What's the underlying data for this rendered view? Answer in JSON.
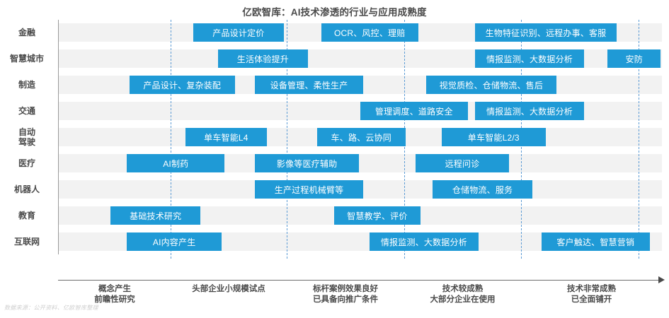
{
  "chart_data": {
    "type": "bar",
    "title": "亿欧智库：AI技术渗透的行业与应用成熟度",
    "xlabel": "",
    "ylabel": "",
    "grid": false,
    "legend": "none",
    "accent_color": "#1f9ad6",
    "band_color": "#f2f2f2",
    "divider_color": "#5b9bd5",
    "x_stage_labels": [
      {
        "line1": "概念产生",
        "line2": "前瞻性研究"
      },
      {
        "line1": "头部企业小规模试点",
        "line2": ""
      },
      {
        "line1": "标杆案例效果良好",
        "line2": "已具备向推广条件"
      },
      {
        "line1": "技术较成熟",
        "line2": "大部分企业在使用"
      },
      {
        "line1": "技术非常成熟",
        "line2": "已全面铺开"
      }
    ],
    "categories": [
      "金融",
      "智慧城市",
      "制造",
      "交通",
      "自动驾驶",
      "医疗",
      "机器人",
      "教育",
      "互联网"
    ],
    "rows": [
      {
        "label_line1": "金融",
        "label_line2": "",
        "bars": [
          {
            "text": "产品设计定价",
            "start_pct": 22.3,
            "end_pct": 37.3
          },
          {
            "text": "OCR、风控、理赔",
            "start_pct": 43.5,
            "end_pct": 59.6
          },
          {
            "text": "生物特征识别、远程办事、客服",
            "start_pct": 69.0,
            "end_pct": 92.5
          }
        ]
      },
      {
        "label_line1": "智慧城市",
        "label_line2": "",
        "bars": [
          {
            "text": "生活体验提升",
            "start_pct": 26.4,
            "end_pct": 41.3
          },
          {
            "text": "情报监测、大数据分析",
            "start_pct": 69.0,
            "end_pct": 87.1
          },
          {
            "text": "安防",
            "start_pct": 91.0,
            "end_pct": 99.8
          }
        ]
      },
      {
        "label_line1": "制造",
        "label_line2": "",
        "bars": [
          {
            "text": "产品设计、复杂装配",
            "start_pct": 11.7,
            "end_pct": 29.2
          },
          {
            "text": "设备管理、柔性生产",
            "start_pct": 32.5,
            "end_pct": 50.5
          },
          {
            "text": "视觉质检、仓储物流、售后",
            "start_pct": 60.9,
            "end_pct": 82.5
          }
        ]
      },
      {
        "label_line1": "交通",
        "label_line2": "",
        "bars": [
          {
            "text": "管理调度、道路安全",
            "start_pct": 50.0,
            "end_pct": 67.8
          },
          {
            "text": "情报监测、大数据分析",
            "start_pct": 69.0,
            "end_pct": 87.1
          }
        ]
      },
      {
        "label_line1": "自动",
        "label_line2": "驾驶",
        "bars": [
          {
            "text": "单车智能L4",
            "start_pct": 21.0,
            "end_pct": 34.5
          },
          {
            "text": "车、路、云协同",
            "start_pct": 42.8,
            "end_pct": 57.5
          },
          {
            "text": "单车智能L2/3",
            "start_pct": 63.5,
            "end_pct": 80.7
          }
        ]
      },
      {
        "label_line1": "医疗",
        "label_line2": "",
        "bars": [
          {
            "text": "AI制药",
            "start_pct": 11.3,
            "end_pct": 27.5
          },
          {
            "text": "影像等医疗辅助",
            "start_pct": 32.5,
            "end_pct": 49.8
          },
          {
            "text": "远程问诊",
            "start_pct": 59.2,
            "end_pct": 74.6
          }
        ]
      },
      {
        "label_line1": "机器人",
        "label_line2": "",
        "bars": [
          {
            "text": "生产过程机械臂等",
            "start_pct": 32.5,
            "end_pct": 50.5
          },
          {
            "text": "仓储物流、服务",
            "start_pct": 62.0,
            "end_pct": 78.5
          }
        ]
      },
      {
        "label_line1": "教育",
        "label_line2": "",
        "bars": [
          {
            "text": "基础技术研究",
            "start_pct": 8.6,
            "end_pct": 23.5
          },
          {
            "text": "智慧教学、评价",
            "start_pct": 45.6,
            "end_pct": 60.0
          }
        ]
      },
      {
        "label_line1": "互联网",
        "label_line2": "",
        "bars": [
          {
            "text": "AI内容产生",
            "start_pct": 11.3,
            "end_pct": 27.0
          },
          {
            "text": "情报监测、大数据分析",
            "start_pct": 51.5,
            "end_pct": 69.6
          },
          {
            "text": "客户触达、智慧营销",
            "start_pct": 80.0,
            "end_pct": 98.0
          }
        ]
      }
    ]
  },
  "footer": {
    "source_note": "数据来源：公开资料、亿欧智库整理"
  }
}
